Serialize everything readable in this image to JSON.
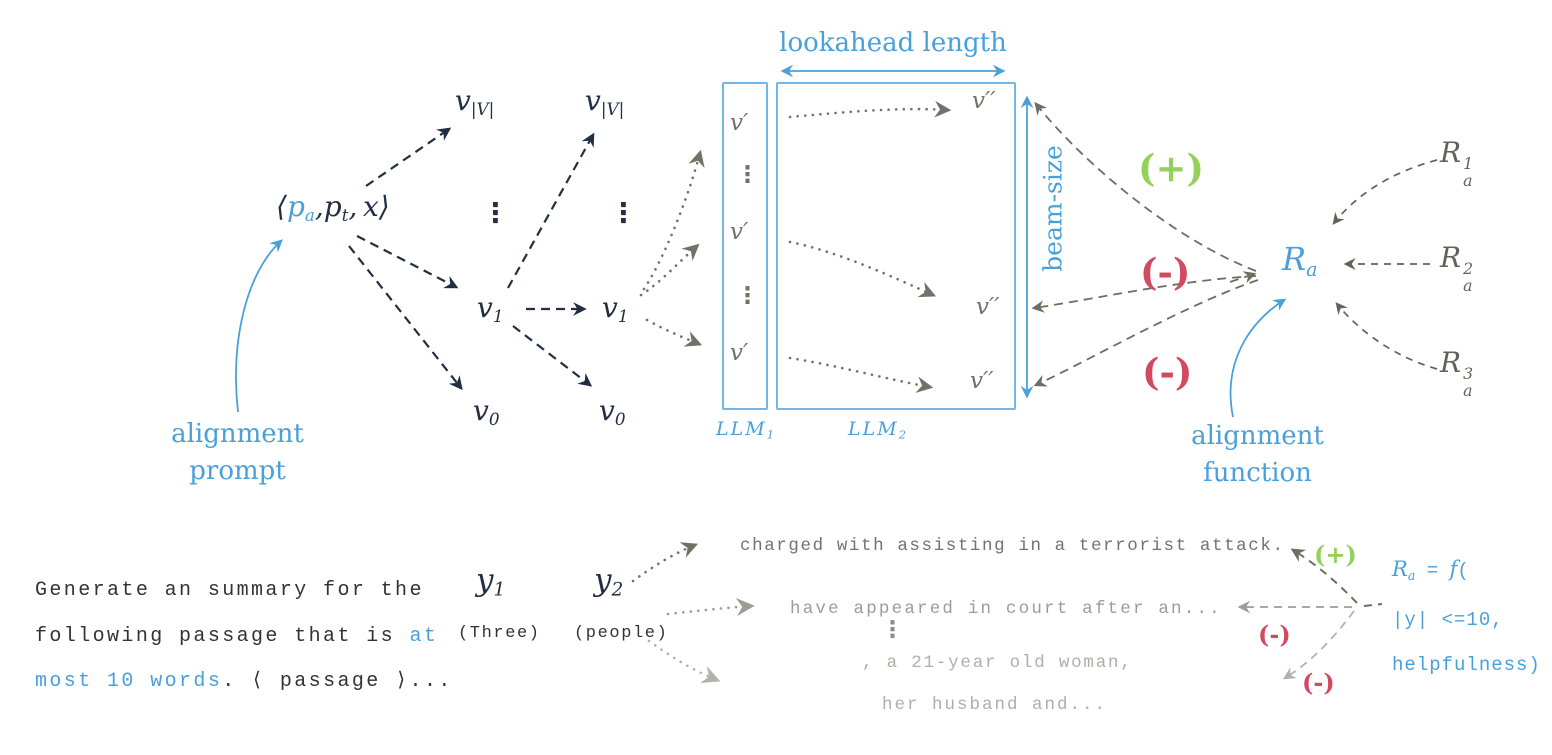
{
  "colors": {
    "blue": "#4aa0da",
    "box_blue": "#72b6e4",
    "navy": "#222f42",
    "olive": "#6e7365",
    "gray_dark": "#6a6f60",
    "gray_mid": "#9b9e93",
    "gray_light": "#b0b3a8",
    "reward_gray": "#5f6458",
    "green": "#93d158",
    "red": "#d24a5e"
  },
  "start_node": {
    "open": "⟨",
    "pa": "p",
    "pa_sub": "a",
    "sep1": ",",
    "pt": "p",
    "pt_sub": "t",
    "sep2": ",",
    "x": "x",
    "close": "⟩"
  },
  "math": {
    "v": "v",
    "sub_V": "|V|",
    "sub_1": "1",
    "sub_0": "0",
    "v_prime": "v′",
    "v_dprime": "v′′",
    "vdots": "⋮"
  },
  "annotations": {
    "alignment_prompt_line1": "alignment",
    "alignment_prompt_line2": "prompt",
    "alignment_function_line1": "alignment",
    "alignment_function_line2": "function",
    "lookahead_length": "lookahead length",
    "beam_size": "beam-size",
    "llm": "LLM",
    "llm1_sub": "1",
    "llm2_sub": "2",
    "plus": "(+)",
    "minus": "(-)"
  },
  "reward": {
    "R": "R",
    "sub_a": "a",
    "sup_1": "1",
    "sup_2": "2",
    "sup_3": "3"
  },
  "prompt_example": {
    "line1": "Generate an summary for the",
    "line2_black": "following passage that is ",
    "line2_blue": "at",
    "line3_blue": "most 10 words",
    "line3_black": ". ⟨ passage ⟩..."
  },
  "ys": {
    "y": "y",
    "y1_sub": "1",
    "y2_sub": "2",
    "y1_caption": "(Three)",
    "y2_caption": "(people)"
  },
  "outputs": {
    "o1": "charged with assisting in a terrorist attack.",
    "o2": "have appeared in court after an...",
    "o3": ", a 21-year old woman,",
    "o4": "her husband and...",
    "vdots": "⋮"
  },
  "equation": {
    "R": "R",
    "R_sub": "a",
    "eq": " = ",
    "f": "f",
    "paren": "(",
    "line2": "|y| <=10,",
    "line3": "helpfulness)"
  }
}
